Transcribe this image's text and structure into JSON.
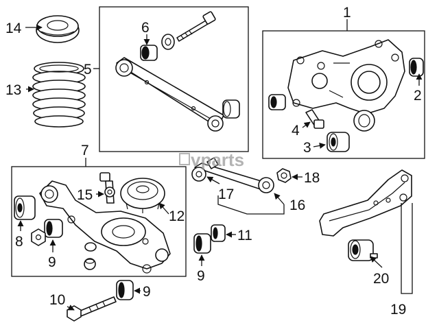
{
  "watermark": "vparts",
  "callouts": {
    "c1": "1",
    "c2": "2",
    "c3": "3",
    "c4": "4",
    "c5": "5",
    "c6": "6",
    "c7": "7",
    "c8": "8",
    "c9a": "9",
    "c9b": "9",
    "c9c": "9",
    "c10": "10",
    "c11": "11",
    "c12": "12",
    "c13": "13",
    "c14": "14",
    "c15": "15",
    "c16": "16",
    "c17": "17",
    "c18": "18",
    "c19": "19",
    "c20": "20"
  }
}
